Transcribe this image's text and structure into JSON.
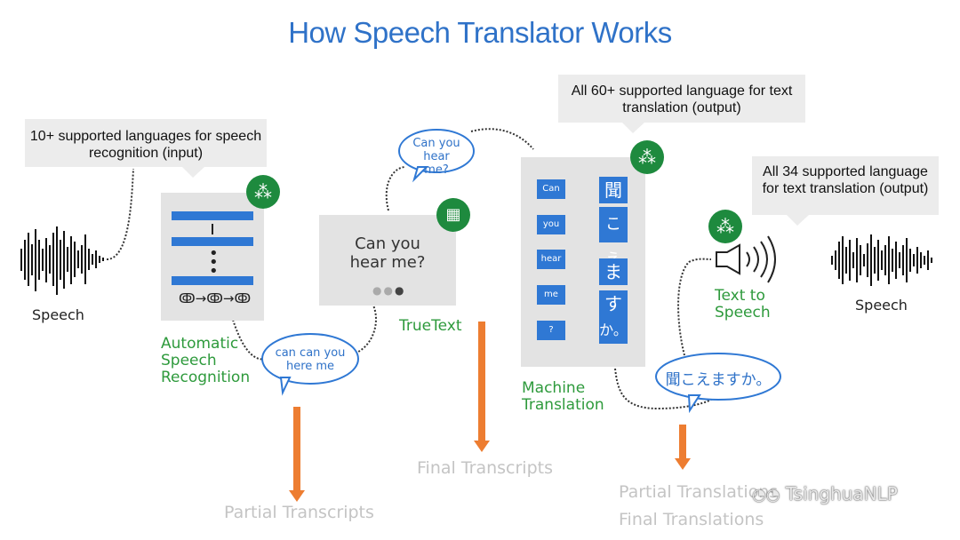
{
  "title": "How Speech Translator Works",
  "callouts": {
    "input": "10+ supported languages for speech recognition (input)",
    "text_output": "All 60+ supported language for text translation (output)",
    "speech_output": "All 34 supported language for text translation (output)"
  },
  "stages": {
    "asr": "Automatic Speech Recognition",
    "truetext": "TrueText",
    "mt": "Machine Translation",
    "tts": "Text to Speech"
  },
  "speech_in": "Speech",
  "speech_out": "Speech",
  "bubbles": {
    "raw": "can can you here me",
    "clean": "Can you hear me?",
    "translated": "聞こえますか。"
  },
  "truetext_card": {
    "line1": "Can you",
    "line2": "hear me?"
  },
  "asr_symbols": "ↂ→ↂ→ↂ",
  "mt_tokens": [
    "Can",
    "you",
    "hear",
    "me",
    "?"
  ],
  "mt_output": [
    "聞",
    "こえ",
    "ま",
    "す",
    "か。"
  ],
  "outputs": {
    "partial_transcripts": "Partial Transcripts",
    "final_transcripts": "Final Transcripts",
    "partial_translations": "Partial Translations",
    "final_translations": "Final Translations"
  },
  "watermark": "TsinghuaNLP",
  "colors": {
    "accent_blue": "#2f72c8",
    "bar_blue": "#2f78d4",
    "green": "#1e8a3e",
    "orange": "#ed7d31"
  },
  "icons": [
    "neural-network-icon",
    "chip-icon",
    "speaker-icon",
    "waveform-icon"
  ]
}
